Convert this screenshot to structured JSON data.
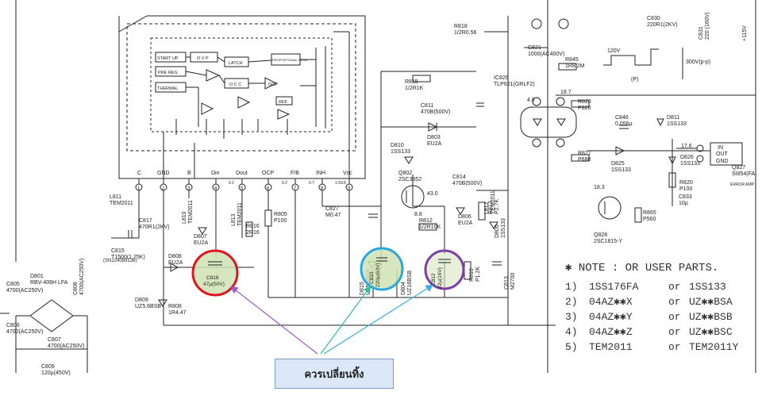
{
  "schematic": {
    "ic_block": {
      "blocks": [
        "START UP",
        "O V P",
        "LATCH",
        "PROPORTIONAL DRIVE",
        "PRE REG",
        "O C C",
        "OCP",
        "THERMAL",
        "REF"
      ],
      "pins": [
        {
          "num": "1",
          "name": "C"
        },
        {
          "num": "2",
          "name": "GND"
        },
        {
          "num": "3",
          "name": "B"
        },
        {
          "num": "4",
          "name": "Din"
        },
        {
          "num": "5",
          "name": "Dout"
        },
        {
          "num": "6",
          "name": "OCP"
        },
        {
          "num": "7",
          "name": "F/B"
        },
        {
          "num": "8",
          "name": "INH"
        },
        {
          "num": "9",
          "name": "Vcc"
        }
      ],
      "pin_voltages": [
        "0.2",
        "0.1",
        "0.7",
        "1.5",
        "9.8"
      ]
    },
    "components": [
      {
        "ref": "R818",
        "value": "1/2R0.56"
      },
      {
        "ref": "C830",
        "value": "220R1(2KV)"
      },
      {
        "ref": "C831",
        "value": "220 (160V)"
      },
      {
        "ref": "C821",
        "value": "1000(AC400V)"
      },
      {
        "ref": "R845",
        "value": "1R8.2M"
      },
      {
        "ref": "IC826",
        "value": "TLP621(GRLF2)"
      },
      {
        "ref": "R815",
        "value": "1/2R1K"
      },
      {
        "ref": "C811",
        "value": "470B(500V)"
      },
      {
        "ref": "D803",
        "value": "EU2A"
      },
      {
        "ref": "D810",
        "value": "1SS133"
      },
      {
        "ref": "Q802",
        "value": "2SC3852"
      },
      {
        "ref": "C814",
        "value": "470B(500V)"
      },
      {
        "ref": "L812",
        "value": "TEM2011"
      },
      {
        "ref": "R813",
        "value": "P2.7K"
      },
      {
        "ref": "D805",
        "value": "1SS133"
      },
      {
        "ref": "D806",
        "value": "EU2A"
      },
      {
        "ref": "R812",
        "value": "1/2R10K"
      },
      {
        "ref": "C827",
        "value": "M0.47"
      },
      {
        "ref": "D815",
        "value": "UZ5.6BSB"
      },
      {
        "ref": "C810",
        "value": "220µ(63V)"
      },
      {
        "ref": "D804",
        "value": "UZ16BSB"
      },
      {
        "ref": "C812",
        "value": "22µ(16V)"
      },
      {
        "ref": "R810",
        "value": "P1.2K"
      },
      {
        "ref": "C813",
        "value": "M2700"
      },
      {
        "ref": "R826",
        "value": "P820"
      },
      {
        "ref": "C846",
        "value": "0.056µ"
      },
      {
        "ref": "D811",
        "value": "1SS133"
      },
      {
        "ref": "R827",
        "value": "P680"
      },
      {
        "ref": "D825",
        "value": "1SS133"
      },
      {
        "ref": "D826",
        "value": "1SS133"
      },
      {
        "ref": "R820",
        "value": "P100"
      },
      {
        "ref": "C833",
        "value": "10µ"
      },
      {
        "ref": "Q828",
        "value": "2SC1815-Y"
      },
      {
        "ref": "R865",
        "value": "P560"
      },
      {
        "ref": "Q827",
        "value": "SI854(FA"
      },
      {
        "ref": "L811",
        "value": "TEM2011"
      },
      {
        "ref": "C817",
        "value": "470R1(2KV)"
      },
      {
        "ref": "L810",
        "value": "TEM2011"
      },
      {
        "ref": "L813",
        "value": "TEM2011"
      },
      {
        "ref": "R805",
        "value": "P100"
      },
      {
        "ref": "R816",
        "value": "2R16"
      },
      {
        "ref": "C815",
        "value": "T1500(1.25K)"
      },
      {
        "ref": "D807",
        "value": "EU2A"
      },
      {
        "ref": "D808",
        "value": "EU2A"
      },
      {
        "ref": "C816",
        "value": "47µ(50V)"
      },
      {
        "ref": "D809",
        "value": "UZ5.6BSB"
      },
      {
        "ref": "R808",
        "value": "1R4.47"
      },
      {
        "ref": "D801",
        "value": "RBV-406H LFA"
      },
      {
        "ref": "C805",
        "value": "4700(AC250V)"
      },
      {
        "ref": "C808",
        "value": "4700(AC250V)"
      },
      {
        "ref": "C806",
        "value": "4700(AC250V)"
      },
      {
        "ref": "C807",
        "value": "4700(AC250V)"
      },
      {
        "ref": "C809",
        "value": "120µ(450V)"
      }
    ],
    "misc_text": {
      "part_code": "(SN124089136)",
      "v120": "120V",
      "v300": "300V(p-p)",
      "period": "(P)",
      "error_amp": "ERROR AMP",
      "voltage_18_7": "18.7",
      "voltage_17_6": "17.6",
      "voltage_18_3": "18.3",
      "voltage_43": "43.0",
      "voltage_8_8": "8.8",
      "voltage_4_8": "4.8",
      "pin_in": "IN",
      "pin_out": "OUT",
      "pin_gnd": "GND",
      "v115": "+115V"
    }
  },
  "note": {
    "heading": "✱ NOTE : OR USER PARTS.",
    "rows": [
      {
        "num": "1)",
        "part": "1SS176FA",
        "or": "or",
        "alt": "1SS133"
      },
      {
        "num": "2)",
        "part": "04AZ✱✱X",
        "or": "or",
        "alt": "UZ✱✱BSA"
      },
      {
        "num": "3)",
        "part": "04AZ✱✱Y",
        "or": "or",
        "alt": "UZ✱✱BSB"
      },
      {
        "num": "4)",
        "part": "04AZ✱✱Z",
        "or": "or",
        "alt": "UZ✱✱BSC"
      },
      {
        "num": "5)",
        "part": "TEM2011",
        "or": "or",
        "alt": "TEM2011Y"
      }
    ]
  },
  "annotation": {
    "callout_text": "ควรเปลี่ยนทิ้ง",
    "highlight_colors": {
      "red": "#e0141e",
      "blue": "#2aa7e0",
      "purple": "#7b3fa6",
      "fill": "#cfe3b4"
    },
    "arrow_colors": [
      "#9b59c7",
      "#2fbf9a",
      "#3aaee0"
    ]
  }
}
